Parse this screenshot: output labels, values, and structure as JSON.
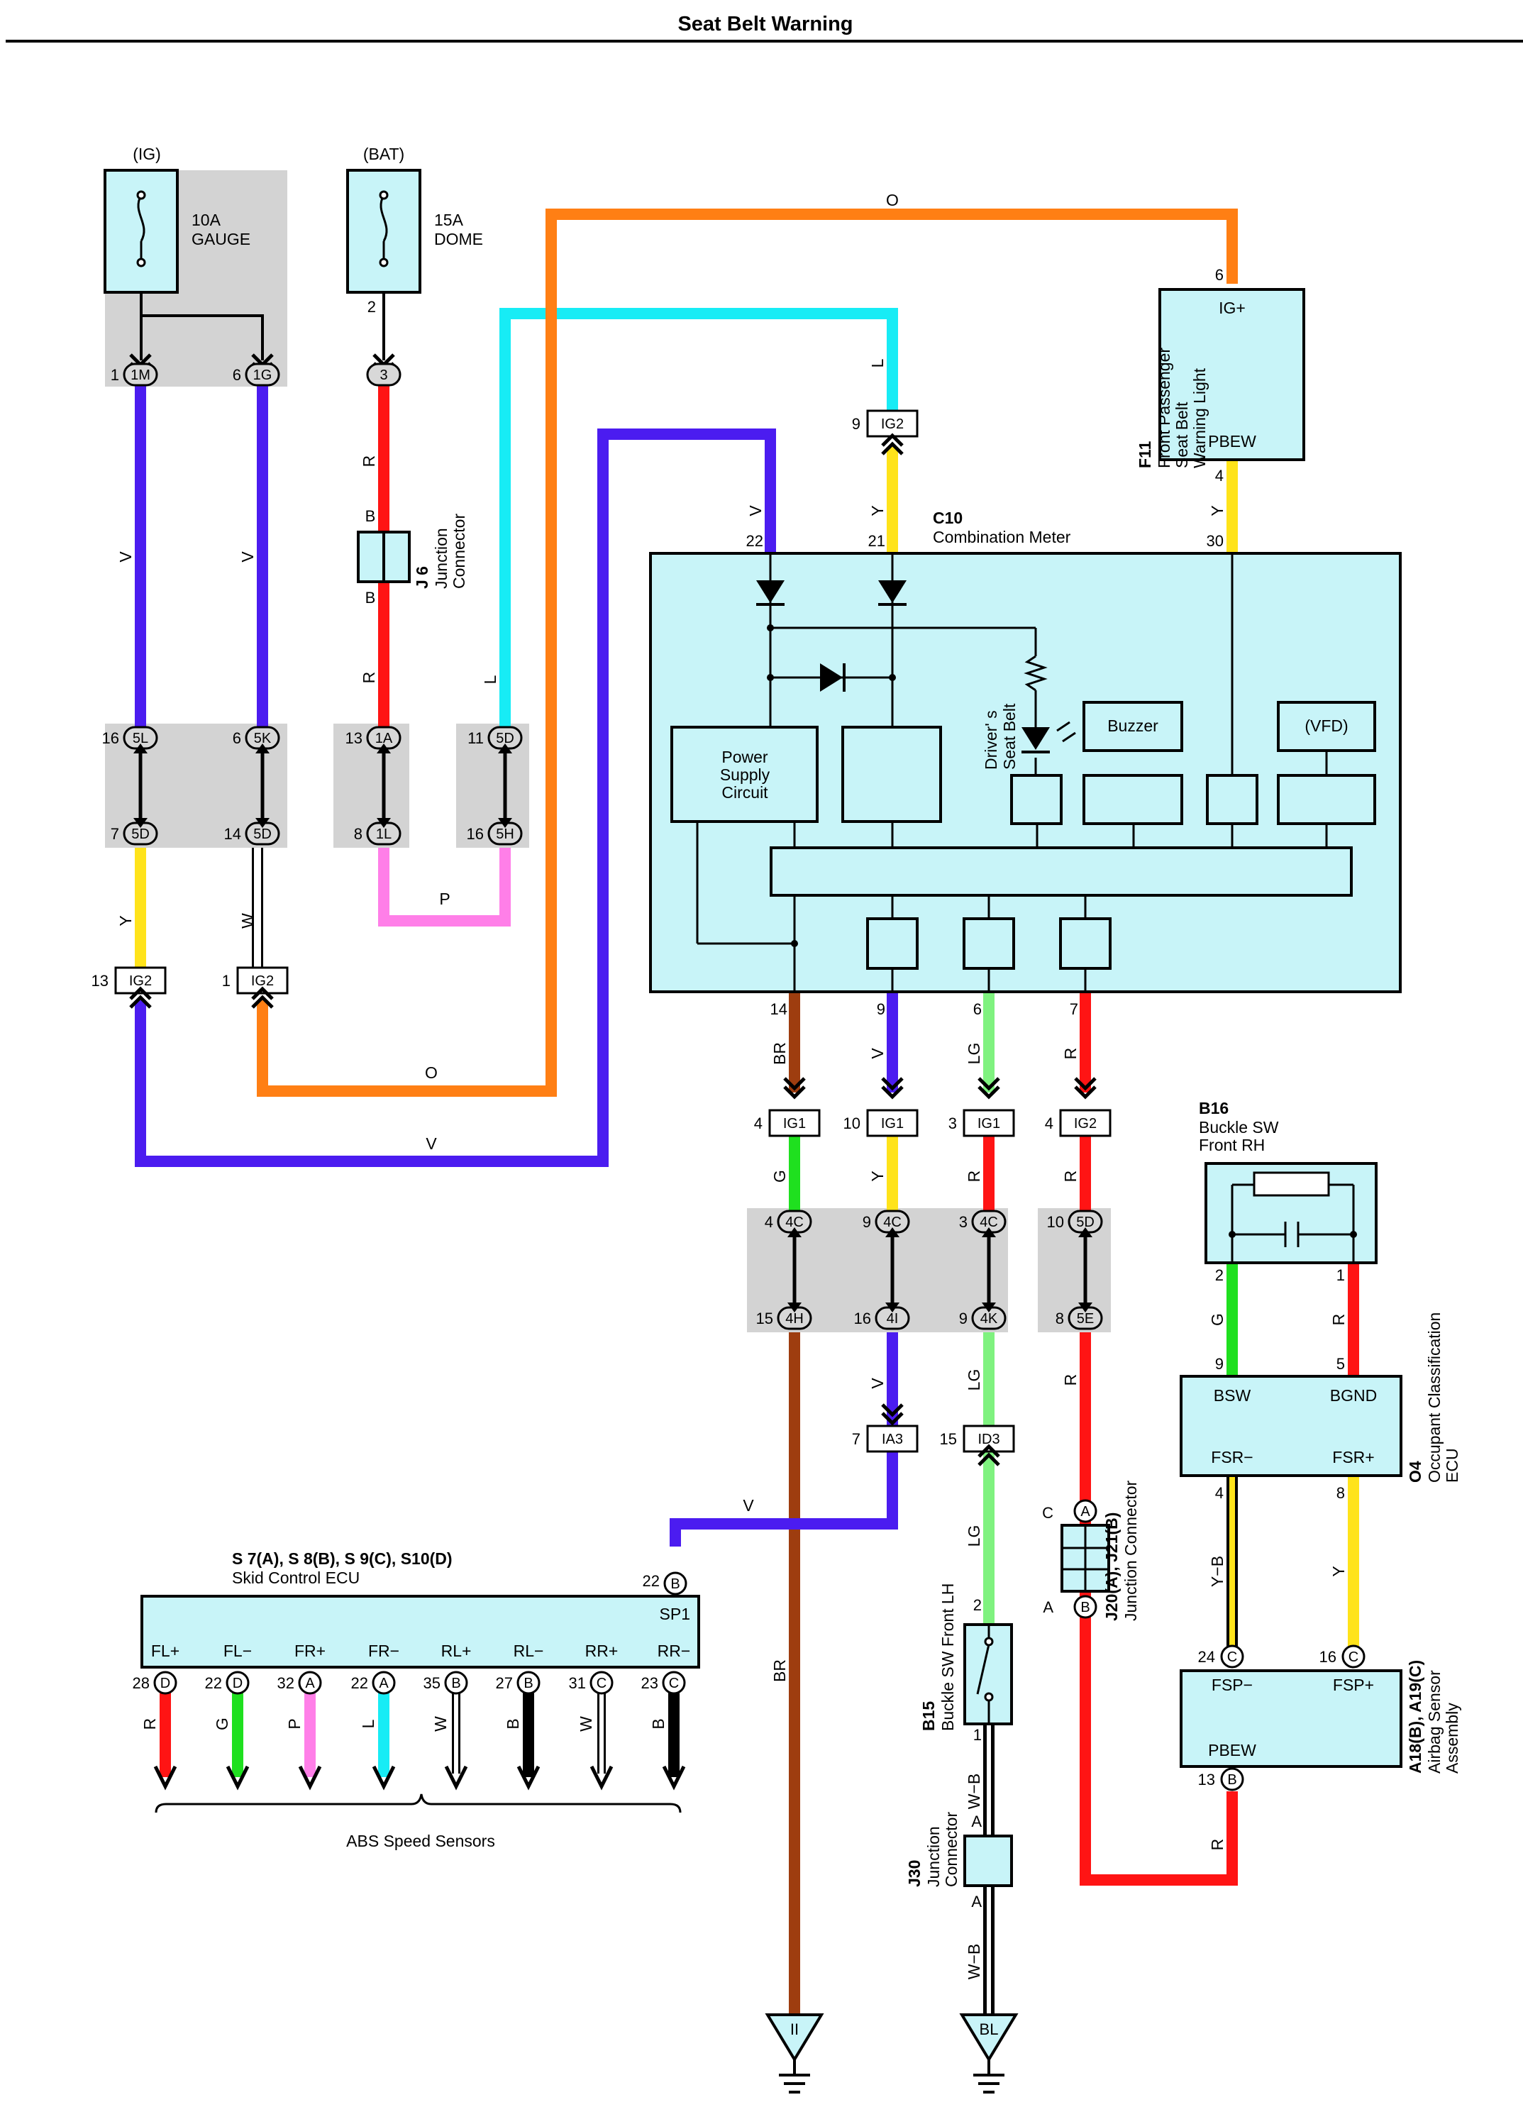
{
  "title": "Seat Belt Warning",
  "colors": {
    "V": "#4b1cf0",
    "O": "#ff7f14",
    "L": "#17ecf5",
    "R": "#ff1414",
    "Y": "#ffe31a",
    "W": "#ffffff",
    "P": "#ff7fe8",
    "BR": "#9e3d0f",
    "G": "#1fe01f",
    "LG": "#7ff27f",
    "B": "#000000",
    "box": "#c8f4f8"
  },
  "fuses": {
    "ig": {
      "source": "(IG)",
      "name": "10A",
      "name2": "GAUGE"
    },
    "bat": {
      "source": "(BAT)",
      "name": "15A",
      "name2": "DOME"
    }
  },
  "components": {
    "f11": {
      "code": "F11",
      "lines": [
        "Front Passenger",
        "Seat Belt",
        "Warning Light"
      ],
      "pin_top": "IG+",
      "pin_bottom": "PBEW"
    },
    "c10": {
      "code": "C10",
      "name": "Combination Meter",
      "power": [
        "Power",
        "Supply",
        "Circuit"
      ],
      "buzzer": "Buzzer",
      "vfd": "(VFD)",
      "driver": [
        "Driver' s",
        "Seat Belt"
      ]
    },
    "j6": {
      "code": "J 6",
      "lines": [
        "Junction",
        "Connector"
      ]
    },
    "b16": {
      "code": "B16",
      "lines": [
        "Buckle SW",
        "Front RH"
      ]
    },
    "o4": {
      "code": "O4",
      "lines": [
        "Occupant Classification",
        "ECU"
      ],
      "bsw": "BSW",
      "bgnd": "BGND",
      "fsrm": "FSR−",
      "fsrp": "FSR+"
    },
    "skid": {
      "code": "S 7(A), S 8(B), S 9(C), S10(D)",
      "name": "Skid Control ECU",
      "sp1": "SP1",
      "pins": [
        "FL+",
        "FL−",
        "FR+",
        "FR−",
        "RL+",
        "RL−",
        "RR+",
        "RR−"
      ],
      "pin_nums": [
        "28",
        "22",
        "32",
        "22",
        "35",
        "27",
        "31",
        "23"
      ],
      "pin_letters": [
        "D",
        "D",
        "A",
        "A",
        "B",
        "B",
        "C",
        "C"
      ],
      "wires": [
        "R",
        "G",
        "P",
        "L",
        "W",
        "B",
        "W",
        "B"
      ],
      "sensors": "ABS Speed Sensors"
    },
    "j20": {
      "code": "J20(A), J21(B)",
      "lines": [
        "Junction Connector"
      ]
    },
    "b15": {
      "code": "B15",
      "lines": [
        "Buckle SW Front LH"
      ]
    },
    "j30": {
      "code": "J30",
      "lines": [
        "Junction",
        "Connector"
      ]
    },
    "airbag": {
      "code": "A18(B), A19(C)",
      "lines": [
        "Airbag Sensor",
        "Assembly"
      ],
      "fspm": "FSP−",
      "fspp": "FSP+",
      "pbew": "PBEW"
    }
  },
  "grounds": {
    "ii": "II",
    "bl": "BL"
  }
}
